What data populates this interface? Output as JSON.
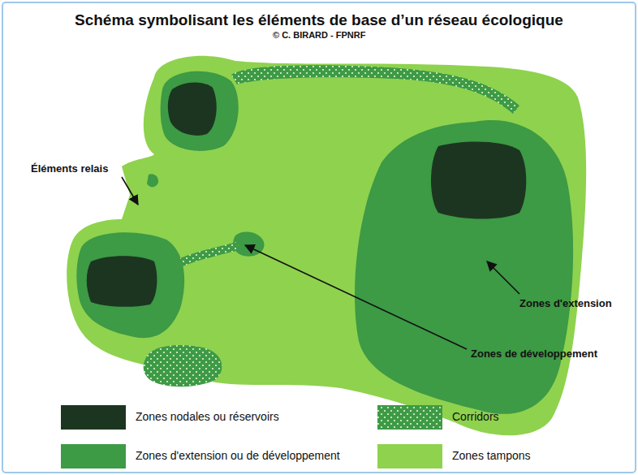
{
  "diagram": {
    "title": "Schéma symbolisant les éléments de base d’un réseau écologique",
    "labels": [
      "© C. BIRARD - FPNRF",
      "Éléments relais",
      "Zones d'extension",
      "Zones de développement"
    ],
    "legend": [
      {
        "text": "Zones nodales ou réservoirs",
        "color": "#1c3520"
      },
      {
        "text": "Corridors"
      },
      {
        "text": "Zones d'extension ou de développement",
        "color": "#3d9a45"
      },
      {
        "text": "Zones tampons",
        "color": "#8fd24e"
      }
    ]
  }
}
